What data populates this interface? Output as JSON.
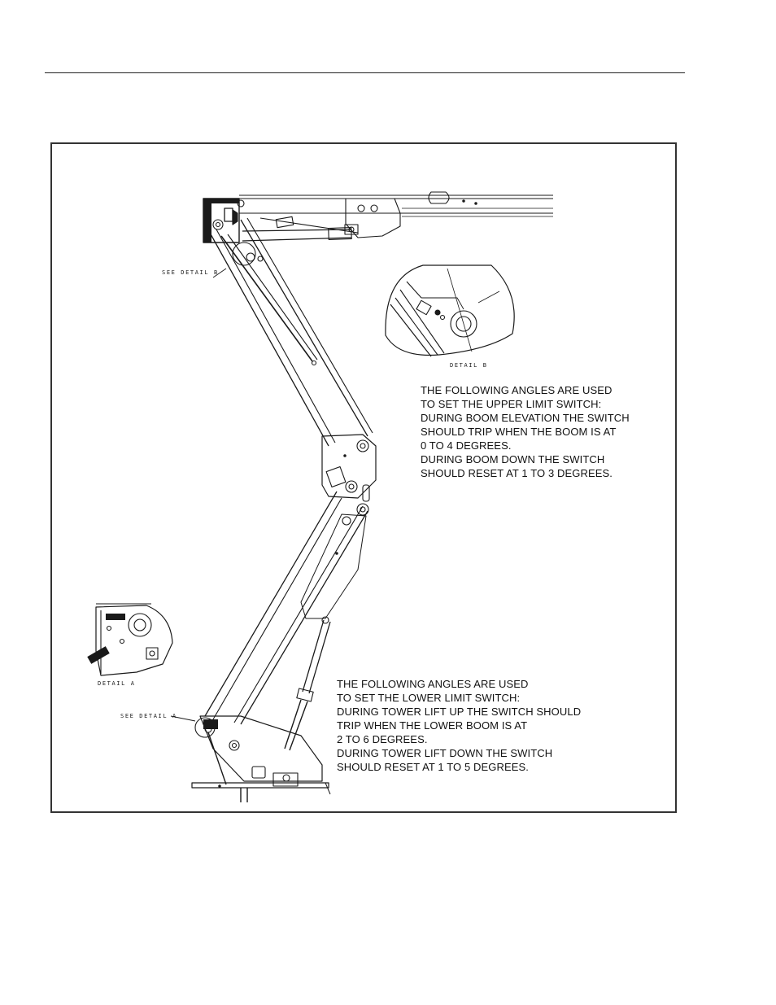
{
  "labels": {
    "see_detail_b": "SEE DETAIL  B",
    "detail_b": "DETAIL  B",
    "detail_a": "DETAIL  A",
    "see_detail_a": "SEE DETAIL  A"
  },
  "upper_note": {
    "lines": [
      "THE FOLLOWING ANGLES ARE USED",
      "TO SET THE UPPER LIMIT SWITCH:",
      "DURING BOOM ELEVATION THE SWITCH",
      "SHOULD TRIP WHEN THE BOOM IS AT",
      "0 TO 4 DEGREES.",
      "DURING BOOM DOWN THE SWITCH",
      "SHOULD RESET AT 1 TO 3 DEGREES."
    ]
  },
  "lower_note": {
    "lines": [
      "THE FOLLOWING ANGLES ARE USED",
      "TO SET THE LOWER LIMIT SWITCH:",
      "DURING TOWER LIFT UP THE SWITCH SHOULD",
      "TRIP WHEN THE LOWER BOOM IS AT",
      "2 TO 6 DEGREES.",
      "DURING TOWER LIFT DOWN THE SWITCH",
      "SHOULD RESET AT 1 TO 5 DEGREES."
    ]
  }
}
